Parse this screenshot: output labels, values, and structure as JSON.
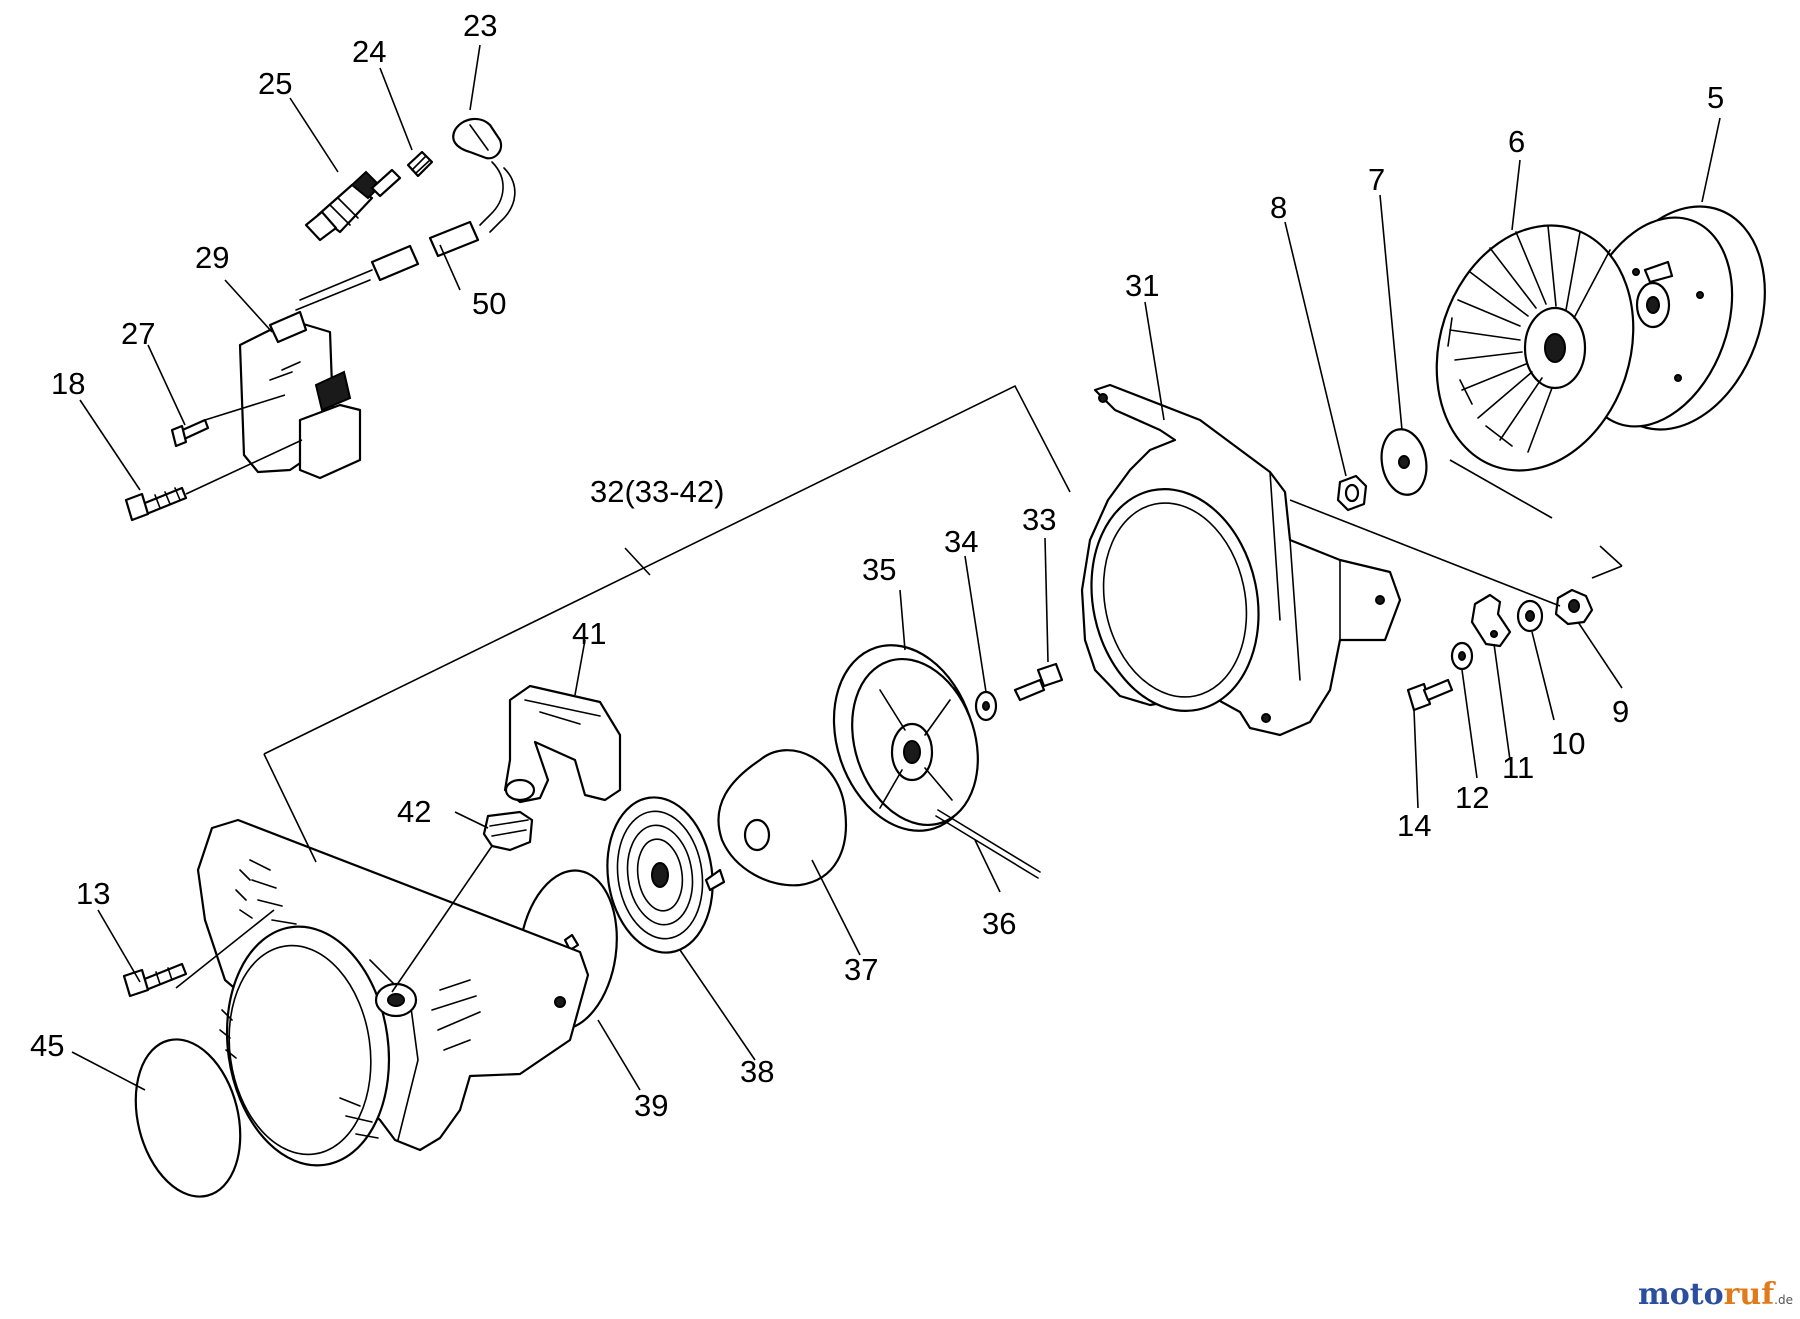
{
  "parts": {
    "p5": "5",
    "p6": "6",
    "p7": "7",
    "p8": "8",
    "p9": "9",
    "p10": "10",
    "p11": "11",
    "p12": "12",
    "p13": "13",
    "p14": "14",
    "p18": "18",
    "p23": "23",
    "p24": "24",
    "p25": "25",
    "p27": "27",
    "p29": "29",
    "p31": "31",
    "p32": "32(33-42)",
    "p33": "33",
    "p34": "34",
    "p35": "35",
    "p36": "36",
    "p37": "37",
    "p38": "38",
    "p39": "39",
    "p41": "41",
    "p42": "42",
    "p45": "45",
    "p50": "50"
  },
  "watermark": {
    "a": "moto",
    "b": "ruf",
    "c": ".de"
  },
  "colors": {
    "line": "#000000",
    "background": "#ffffff",
    "watermark_blue": "#2b4f9e",
    "watermark_orange": "#e07a1a"
  }
}
